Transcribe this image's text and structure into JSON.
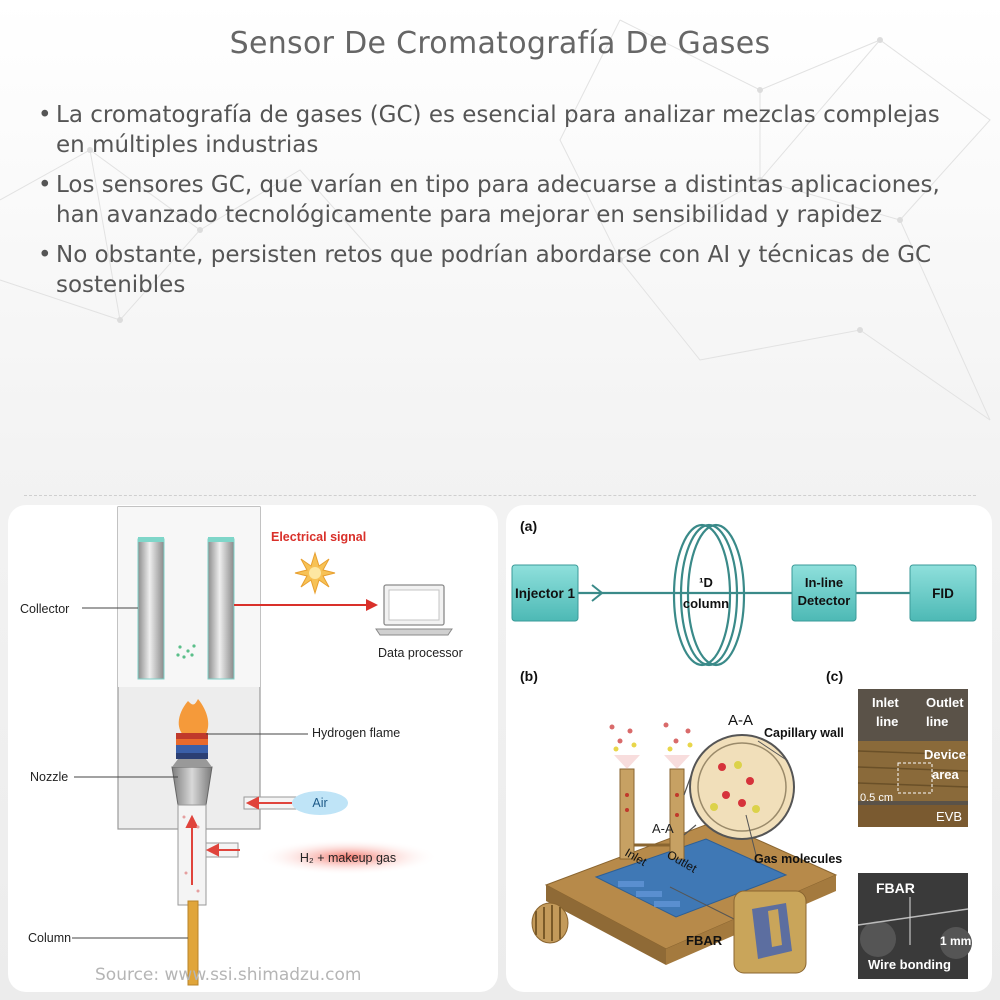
{
  "title": "Sensor De Cromatografía De Gases",
  "bullets": [
    "La cromatografía de gases (GC) es esencial para analizar mezclas complejas en múltiples industrias",
    "Los sensores GC, que varían en tipo para adecuarse a distintas aplicaciones, han avanzado tecnológicamente para mejorar en sensibilidad y rapidez",
    "No obstante, persisten retos que podrían abordarse con AI y técnicas de GC sostenibles"
  ],
  "fid_diagram": {
    "electrical_signal": "Electrical signal",
    "collector": "Collector",
    "data_processor": "Data processor",
    "hydrogen_flame": "Hydrogen flame",
    "nozzle": "Nozzle",
    "air": "Air",
    "h2_makeup": "H₂ + makeup gas",
    "column": "Column"
  },
  "micro_gc": {
    "label_a": "(a)",
    "label_b": "(b)",
    "label_c": "(c)",
    "injector": "Injector 1",
    "column_1d": "¹D",
    "column_word": "column",
    "inline": "In-line",
    "detector": "Detector",
    "fid": "FID",
    "aa": "A-A",
    "capillary_wall": "Capillary wall",
    "gas_molecules": "Gas molecules",
    "aa_small": "A-A",
    "inlet": "Inlet",
    "outlet": "Outlet",
    "fbar": "FBAR",
    "photo_inlet": "Inlet",
    "photo_line1": "line",
    "photo_outlet": "Outlet",
    "photo_line2": "line",
    "device": "Device",
    "area": "area",
    "half_cm": "0.5 cm",
    "evb": "EVB",
    "photo_fbar": "FBAR",
    "one_mm": "1 mm",
    "wire_bonding": "Wire bonding"
  },
  "source": "Source: www.ssi.shimadzu.com",
  "colors": {
    "accent_red": "#d9302a",
    "teal": "#5cc6c4",
    "title_gray": "#666666"
  }
}
